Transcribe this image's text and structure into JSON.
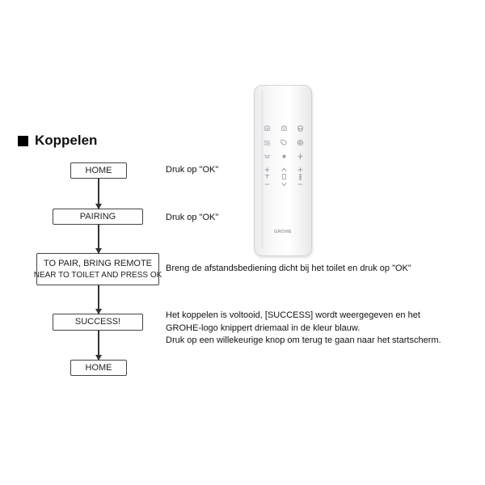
{
  "section": {
    "title": "Koppelen"
  },
  "flow": {
    "steps": [
      {
        "lines": [
          "HOME"
        ]
      },
      {
        "lines": [
          "PAIRING"
        ]
      },
      {
        "lines": [
          "TO PAIR, BRING REMOTE",
          "NEAR TO TOILET AND PRESS OK"
        ]
      },
      {
        "lines": [
          "SUCCESS!"
        ]
      },
      {
        "lines": [
          "HOME"
        ]
      }
    ]
  },
  "descriptions": [
    {
      "lines": [
        "Druk op \"OK\""
      ]
    },
    {
      "lines": [
        "Druk op \"OK\""
      ]
    },
    {
      "lines": [
        "Breng de afstandsbediening dicht bij het toilet en druk op \"OK\""
      ]
    },
    {
      "lines": [
        "Het koppelen is voltooid, [SUCCESS] wordt weergegeven en het",
        "GROHE-logo knippert driemaal in de kleur blauw.",
        "Druk op een willekeurige knop om terug te gaan naar het startscherm."
      ]
    }
  ],
  "remote": {
    "brand": "GROHE",
    "icons": {
      "row1": [
        "rear-wash-icon",
        "lady-wash-icon",
        "seat-icon"
      ],
      "row2": [
        "dryer-icon",
        "massage-icon",
        "spiral-icon"
      ],
      "row3": [
        "deodorize-icon",
        "stop-icon",
        "nozzle-icon"
      ],
      "row4": [
        "plus-minus-icon",
        "up-down-icon",
        "level-icon"
      ]
    }
  }
}
